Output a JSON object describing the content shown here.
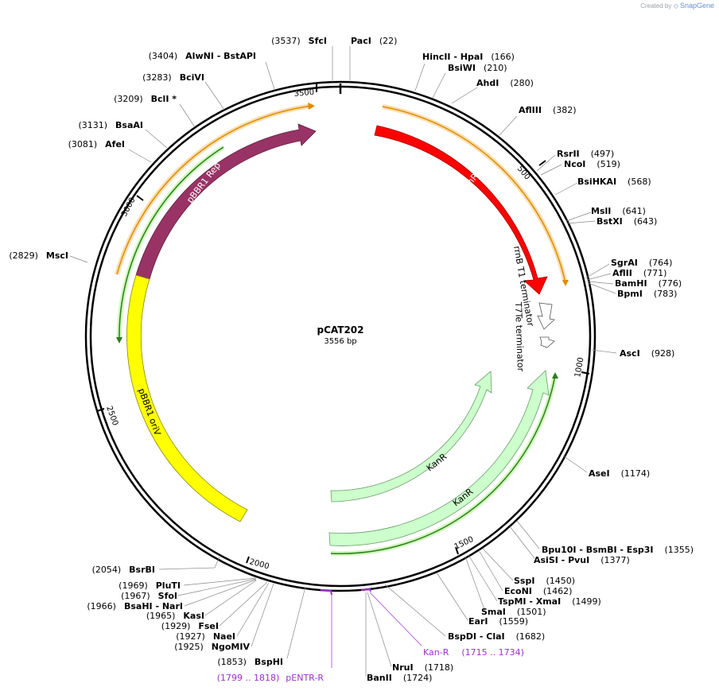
{
  "app": {
    "created_by_prefix": "Created by",
    "created_by_brand": "SnapGene"
  },
  "plasmid": {
    "name": "pCAT202",
    "length_label": "3556 bp",
    "length": 3556
  },
  "ticks": [
    "500",
    "1000",
    "1500",
    "2000",
    "2500",
    "3000",
    "3500"
  ],
  "sites": [
    {
      "name": "PacI",
      "pos": "(22)",
      "side": "right"
    },
    {
      "name": "HincII  - HpaI",
      "pos": "(166)",
      "side": "right"
    },
    {
      "name": "BsiWI",
      "pos": "(210)",
      "side": "right"
    },
    {
      "name": "AhdI",
      "pos": "(280)",
      "side": "right"
    },
    {
      "name": "AflIII",
      "pos": "(382)",
      "side": "right"
    },
    {
      "name": "RsrII",
      "pos": "(497)",
      "side": "right"
    },
    {
      "name": "NcoI",
      "pos": "(519)",
      "side": "right"
    },
    {
      "name": "BsiHKAI",
      "pos": "(568)",
      "side": "right"
    },
    {
      "name": "MslI",
      "pos": "(641)",
      "side": "right"
    },
    {
      "name": "BstXI",
      "pos": "(643)",
      "side": "right"
    },
    {
      "name": "SgrAI",
      "pos": "(764)",
      "side": "right"
    },
    {
      "name": "AflII",
      "pos": "(771)",
      "side": "right"
    },
    {
      "name": "BamHI",
      "pos": "(776)",
      "side": "right"
    },
    {
      "name": "BpmI",
      "pos": "(783)",
      "side": "right"
    },
    {
      "name": "AscI",
      "pos": "(928)",
      "side": "right"
    },
    {
      "name": "AseI",
      "pos": "(1174)",
      "side": "right"
    },
    {
      "name": "Bpu10I  - BsmBI  - Esp3I",
      "pos": "(1355)",
      "side": "right"
    },
    {
      "name": "AsiSI  - PvuI",
      "pos": "(1377)",
      "side": "right"
    },
    {
      "name": "SspI",
      "pos": "(1450)",
      "side": "right"
    },
    {
      "name": "EcoNI",
      "pos": "(1462)",
      "side": "right"
    },
    {
      "name": "TspMI  - XmaI",
      "pos": "(1499)",
      "side": "right"
    },
    {
      "name": "SmaI",
      "pos": "(1501)",
      "side": "right"
    },
    {
      "name": "EarI",
      "pos": "(1559)",
      "side": "right"
    },
    {
      "name": "BspDI  - ClaI",
      "pos": "(1682)",
      "side": "right"
    },
    {
      "name": "NruI",
      "pos": "(1718)",
      "side": "right"
    },
    {
      "name": "BanII",
      "pos": "(1724)",
      "side": "right"
    },
    {
      "name": "SfcI",
      "pos": "(3537)",
      "side": "left"
    },
    {
      "name": "AlwNI   - BstAPI",
      "pos": "(3404)",
      "side": "left"
    },
    {
      "name": "BciVI",
      "pos": "(3283)",
      "side": "left"
    },
    {
      "name": "BclI *",
      "pos": "(3209)",
      "side": "left"
    },
    {
      "name": "BsaAI",
      "pos": "(3131)",
      "side": "left"
    },
    {
      "name": "AfeI",
      "pos": "(3081)",
      "side": "left"
    },
    {
      "name": "MscI",
      "pos": "(2829)",
      "side": "left"
    },
    {
      "name": "BsrBI",
      "pos": "(2054)",
      "side": "left"
    },
    {
      "name": "PluTI",
      "pos": "(1969)",
      "side": "left"
    },
    {
      "name": "SfoI",
      "pos": "(1967)",
      "side": "left"
    },
    {
      "name": "BsaHI  - NarI",
      "pos": "(1966)",
      "side": "left"
    },
    {
      "name": "KasI",
      "pos": "(1965)",
      "side": "left"
    },
    {
      "name": "FseI",
      "pos": "(1929)",
      "side": "left"
    },
    {
      "name": "NaeI",
      "pos": "(1927)",
      "side": "left"
    },
    {
      "name": "NgoMIV",
      "pos": "(1925)",
      "side": "left"
    },
    {
      "name": "BspHI",
      "pos": "(1853)",
      "side": "left"
    }
  ],
  "primers": [
    {
      "name": "Kan-R",
      "range": "(1715 .. 1734)"
    },
    {
      "name": "pENTR-R",
      "range": "(1799 .. 1818)"
    }
  ],
  "features": [
    {
      "name": "mRFP1",
      "color": "#ff0000",
      "text_color": "#ffffff"
    },
    {
      "name": "pBBR1 Rep",
      "color": "#993366",
      "text_color": "#ffffff"
    },
    {
      "name": "pBBR1 oriV",
      "color": "#ffff00",
      "text_color": "#000000"
    },
    {
      "name": "KanR",
      "color": "#ccffcc",
      "text_color": "#000000"
    },
    {
      "name": "KanR",
      "color": "#ccffcc",
      "text_color": "#000000"
    },
    {
      "name": "rrnB T1 terminator",
      "color": "#ffffff",
      "text_color": "#000000"
    },
    {
      "name": "T7Te terminator",
      "color": "#ffffff",
      "text_color": "#000000"
    }
  ],
  "colors": {
    "outer_orf": "#f5a623",
    "green_orf": "#2e7d1e",
    "primer": "#9c30c9",
    "backbone": "#000000"
  }
}
